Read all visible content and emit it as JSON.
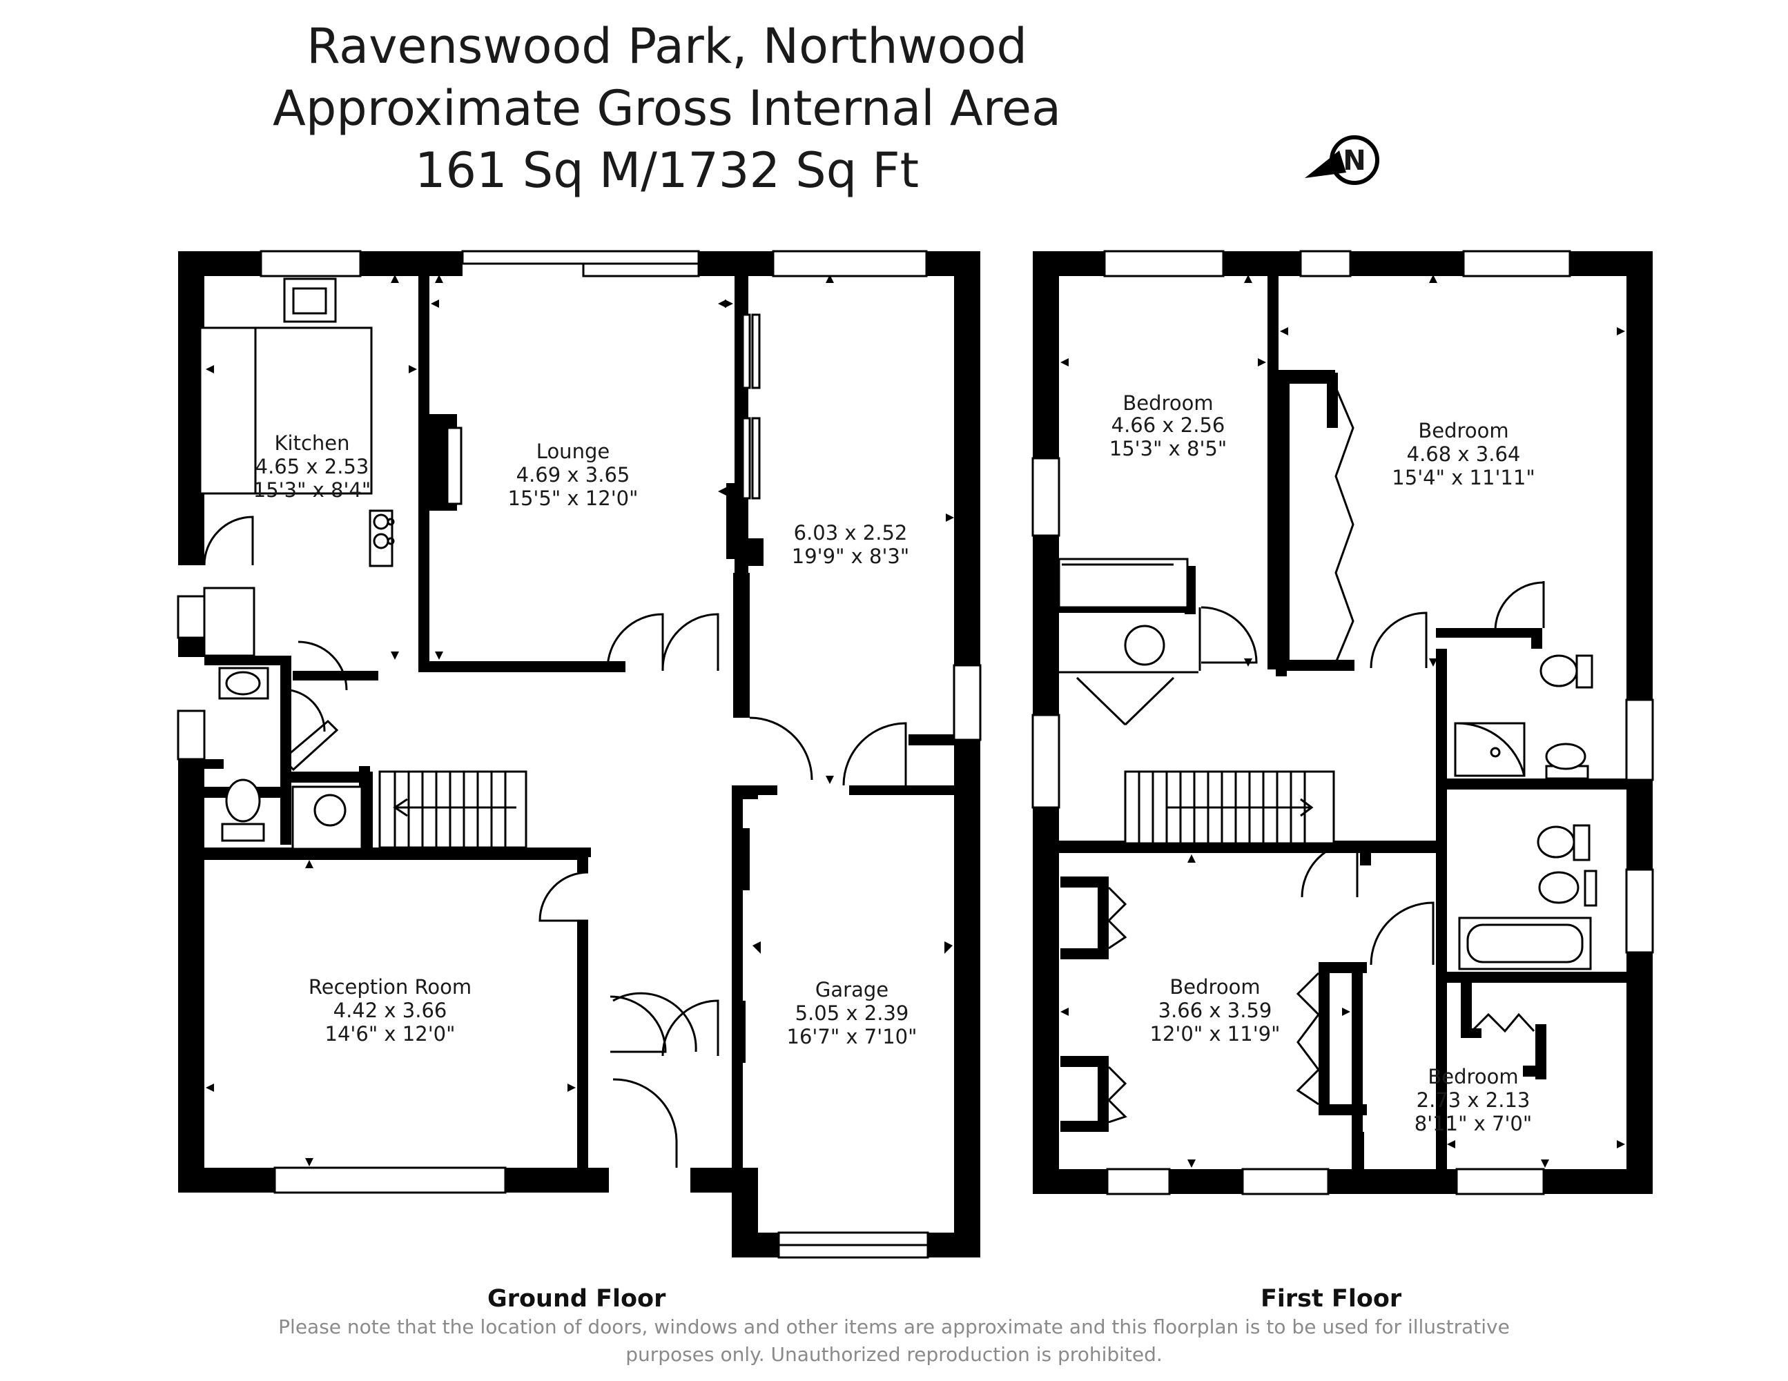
{
  "header": {
    "title": "Ravenswood Park, Northwood",
    "subtitle": "Approximate Gross Internal Area",
    "area": "161 Sq M/1732 Sq Ft"
  },
  "compass": {
    "letter": "N"
  },
  "ground_floor": {
    "label": "Ground Floor",
    "rooms": {
      "kitchen": {
        "name": "Kitchen",
        "metric": "4.65 x 2.53",
        "imperial": "15'3\" x 8'4\""
      },
      "lounge": {
        "name": "Lounge",
        "metric": "4.69 x 3.65",
        "imperial": "15'5\" x 12'0\""
      },
      "room_east": {
        "metric": "6.03 x 2.52",
        "imperial": "19'9\" x 8'3\""
      },
      "reception": {
        "name": "Reception Room",
        "metric": "4.42 x 3.66",
        "imperial": "14'6\" x 12'0\""
      },
      "garage": {
        "name": "Garage",
        "metric": "5.05 x 2.39",
        "imperial": "16'7\" x 7'10\""
      }
    }
  },
  "first_floor": {
    "label": "First Floor",
    "rooms": {
      "bedroom_nw": {
        "name": "Bedroom",
        "metric": "4.66 x 2.56",
        "imperial": "15'3\" x 8'5\""
      },
      "bedroom_ne": {
        "name": "Bedroom",
        "metric": "4.68 x 3.64",
        "imperial": "15'4\" x 11'11\""
      },
      "bedroom_sw": {
        "name": "Bedroom",
        "metric": "3.66 x 3.59",
        "imperial": "12'0\" x 11'9\""
      },
      "bedroom_se": {
        "name": "Bedroom",
        "metric": "2.73 x 2.13",
        "imperial": "8'11\" x 7'0\""
      }
    }
  },
  "disclaimer": {
    "line1": "Please note that the location of doors, windows and other items are approximate and this floorplan is to be used for illustrative",
    "line2": "purposes only. Unauthorized reproduction is prohibited."
  }
}
